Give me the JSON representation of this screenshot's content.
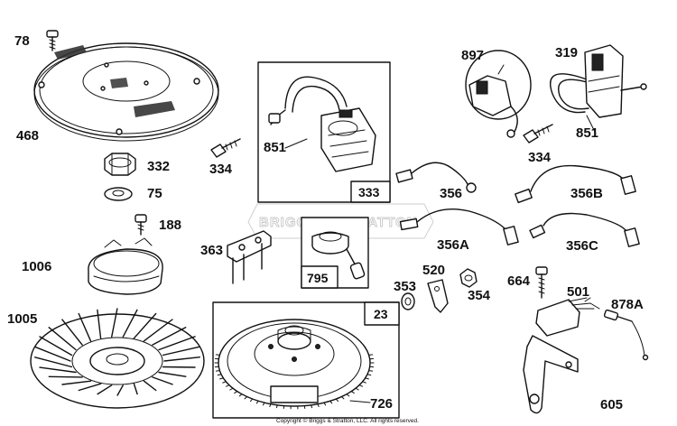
{
  "watermark": "BRIGGS & STRATTON",
  "copyright": "Copyright © Briggs & Stratton, LLC. All rights reserved.",
  "parts": {
    "p78": "78",
    "p468": "468",
    "p332": "332",
    "p75": "75",
    "p334a": "334",
    "p188": "188",
    "p1006": "1006",
    "p1005": "1005",
    "p363": "363",
    "p851a": "851",
    "p897": "897",
    "p319": "319",
    "p334b": "334",
    "p851b": "851",
    "p356": "356",
    "p356b": "356B",
    "p356a": "356A",
    "p356c": "356C",
    "p520": "520",
    "p353": "353",
    "p354": "354",
    "p664": "664",
    "p501": "501",
    "p878a": "878A",
    "p605": "605",
    "p726": "726"
  },
  "boxes": {
    "b333": "333",
    "b795": "795",
    "b23": "23"
  }
}
